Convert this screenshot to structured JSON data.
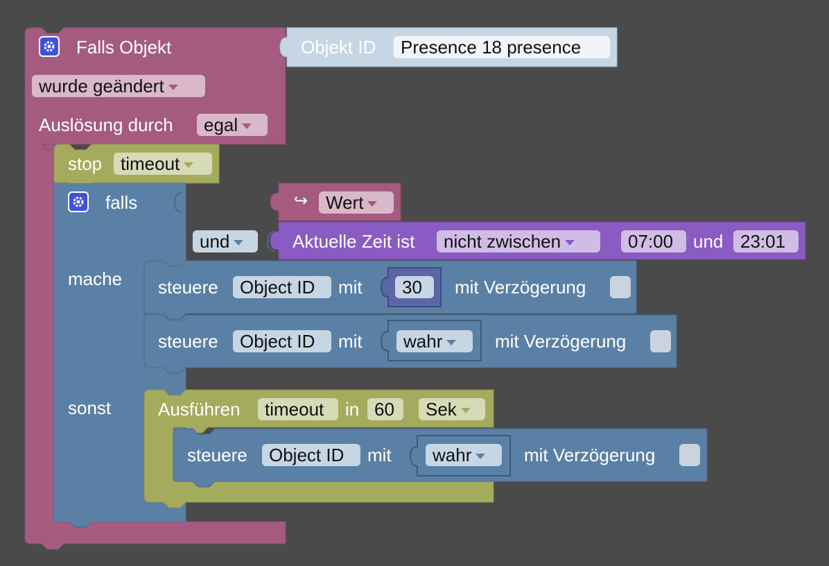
{
  "colors": {
    "background": "#4a4a4a",
    "trigger_block": "#a55b80",
    "timeout_block": "#a5ab5d",
    "logic_block": "#5b80a5",
    "time_block": "#8a5bc2",
    "object_id_block": "#c6d6e4",
    "mutator_icon": "#4152d9"
  },
  "trigger": {
    "title": "Falls Objekt",
    "mutator_icon": "gear-icon",
    "change_mode": "wurde geändert",
    "trigger_by_label": "Auslösung durch",
    "trigger_by_value": "egal"
  },
  "object_id_block": {
    "label": "Objekt ID",
    "value": "Presence 18 presence"
  },
  "stop_block": {
    "label": "stop",
    "value": "timeout"
  },
  "if_block": {
    "if_label": "falls",
    "do_label": "mache",
    "else_label": "sonst",
    "mutator_icon": "gear-icon",
    "operator": "und"
  },
  "value_block": {
    "arrow_icon": "return-arrow-icon",
    "value": "Wert"
  },
  "time_compare": {
    "label": "Aktuelle Zeit ist",
    "operator": "nicht zwischen",
    "from": "07:00",
    "and_label": "und",
    "to": "23:01"
  },
  "control_1": {
    "label": "steuere",
    "object": "Object ID",
    "with_label": "mit",
    "value": "30",
    "delay_label": "mit Verzögerung"
  },
  "control_2": {
    "label": "steuere",
    "object": "Object ID",
    "with_label": "mit",
    "value": "wahr",
    "delay_label": "mit Verzögerung"
  },
  "timeout_block": {
    "label": "Ausführen",
    "name": "timeout",
    "in_label": "in",
    "duration": "60",
    "unit": "Sek"
  },
  "control_3": {
    "label": "steuere",
    "object": "Object ID",
    "with_label": "mit",
    "value": "wahr",
    "delay_label": "mit Verzögerung"
  }
}
